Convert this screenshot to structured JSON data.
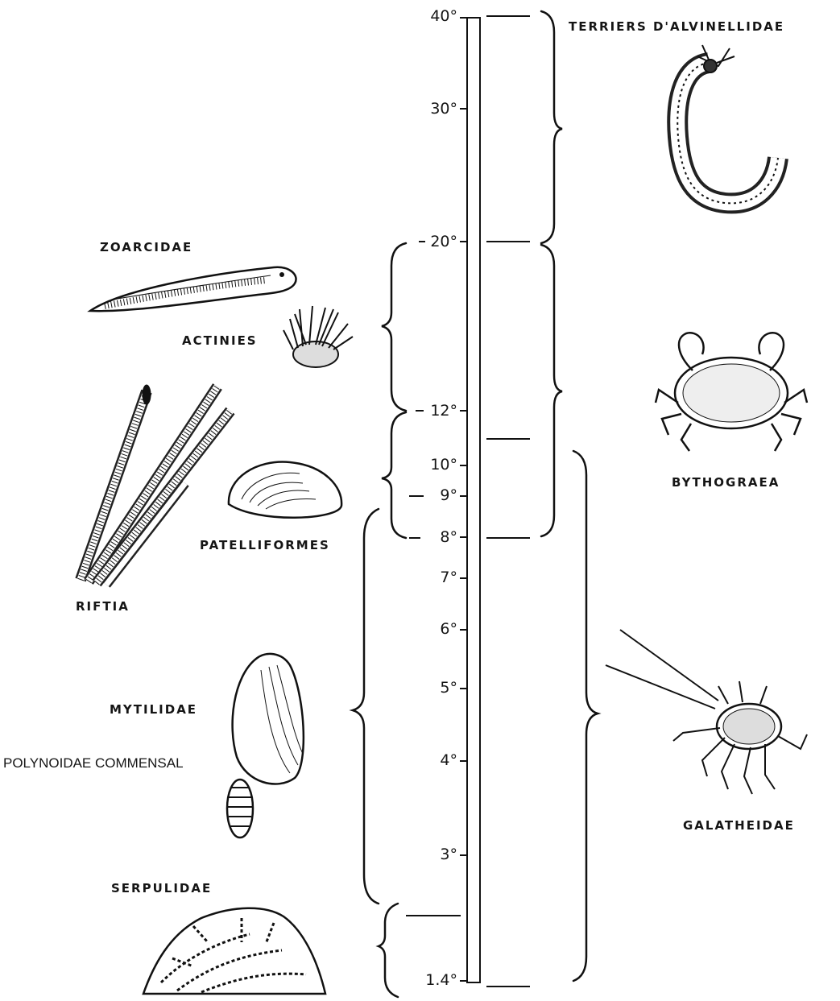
{
  "scale": {
    "ticks": [
      "40°",
      "30°",
      "20°",
      "12°",
      "10°",
      "9°",
      "8°",
      "7°",
      "6°",
      "5°",
      "4°",
      "3°",
      "1.4°"
    ]
  },
  "labels": {
    "terriers": "TERRIERS D'ALVINELLIDAE",
    "zoarcidae": "ZOARCIDAE",
    "actinies": "ACTINIES",
    "riftia": "RIFTIA",
    "patelliformes": "PATELLIFORMES",
    "bythograea": "BYTHOGRAEA",
    "mytilidae": "MYTILIDAE",
    "polynoidae": "POLYNOIDAE COMMENSAL",
    "galatheidae": "GALATHEIDAE",
    "serpulidae": "SERPULIDAE"
  },
  "illustrations": [
    "alvinellid-worm-drawing",
    "zoarcid-fish-drawing",
    "sea-anemone-drawing",
    "riftia-tubeworm-drawing",
    "limpet-shell-drawing",
    "crab-drawing",
    "mussel-shell-drawing",
    "polynoid-worm-drawing",
    "squat-lobster-drawing",
    "serpulid-colony-drawing"
  ]
}
